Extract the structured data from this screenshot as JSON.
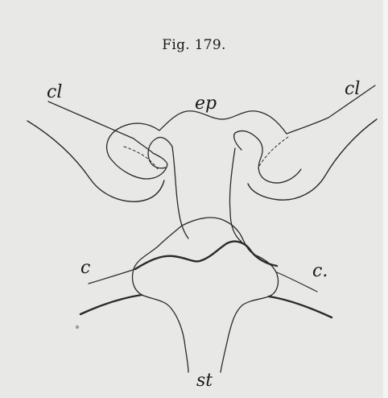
{
  "figure": {
    "caption": "Fig. 179.",
    "labels": {
      "cl_left": "cl",
      "cl_right": "cl",
      "ep": "ep",
      "c_left": "c",
      "c_right": "c.",
      "st": "st"
    }
  }
}
